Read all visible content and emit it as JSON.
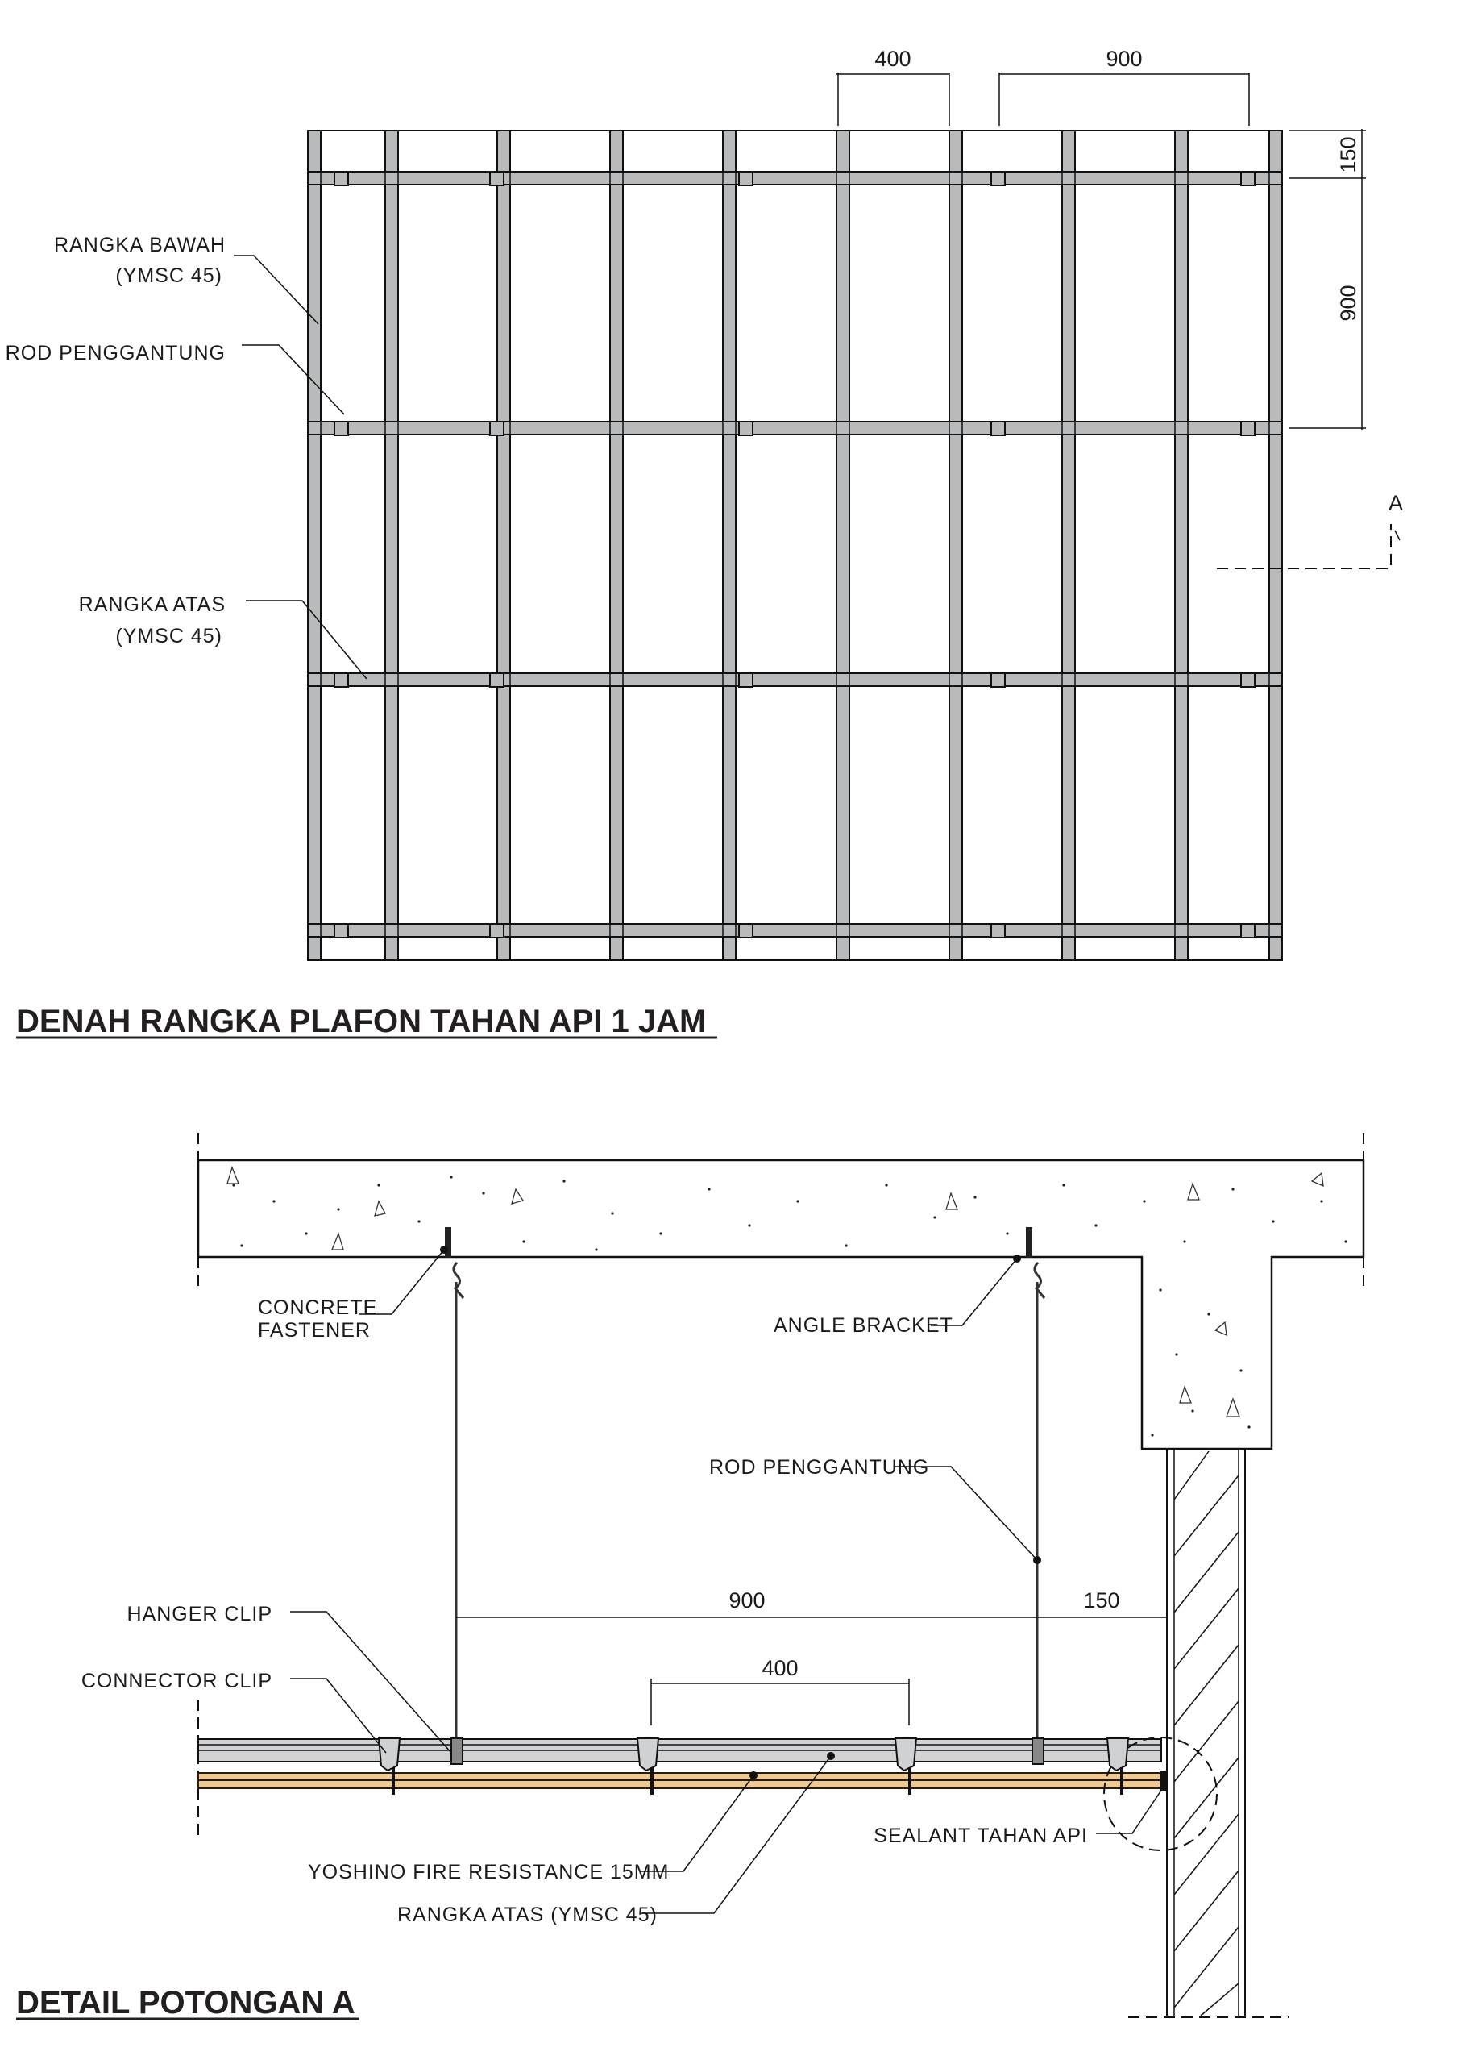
{
  "plan": {
    "title": "DENAH RANGKA PLAFON TAHAN API 1 JAM",
    "labels": {
      "rangka_bawah": "RANGKA BAWAH",
      "rangka_bawah_spec": "(YMSC 45)",
      "rod": "ROD PENGGANTUNG",
      "rangka_atas": "RANGKA ATAS",
      "rangka_atas_spec": "(YMSC 45)"
    },
    "dimensions": {
      "top_left": "400",
      "top_right": "900",
      "side_top": "150",
      "side_main": "900"
    },
    "section_marker": "A",
    "colors": {
      "frame": "#b8babc",
      "line": "#111111"
    }
  },
  "section": {
    "title": "DETAIL POTONGAN A",
    "labels": {
      "concrete_fastener_1": "CONCRETE",
      "concrete_fastener_2": "FASTENER",
      "angle_bracket": "ANGLE BRACKET",
      "rod": "ROD PENGGANTUNG",
      "hanger_clip": "HANGER CLIP",
      "connector_clip": "CONNECTOR CLIP",
      "sealant": "SEALANT TAHAN API",
      "board": "YOSHINO FIRE RESISTANCE 15MM",
      "rangka_atas": "RANGKA ATAS (YMSC 45)"
    },
    "dimensions": {
      "span": "900",
      "edge": "150",
      "clip_spacing": "400"
    },
    "colors": {
      "board": "#ecc995",
      "channel": "#d0d2d4",
      "concrete": "#ffffff"
    }
  }
}
